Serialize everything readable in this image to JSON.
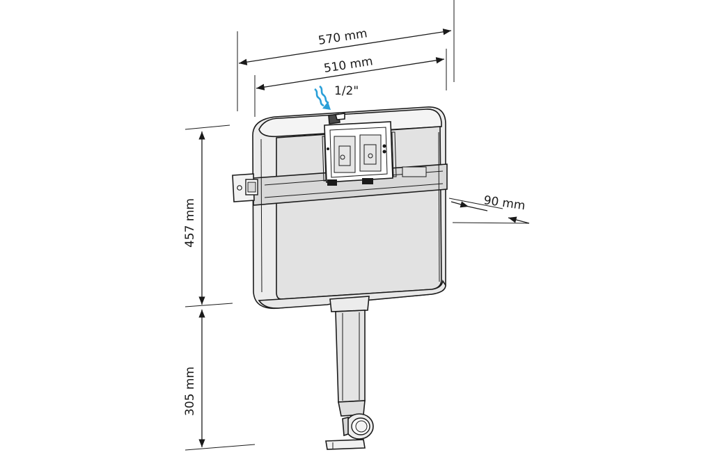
{
  "dimensions": {
    "width_outer": "570 mm",
    "width_inner": "510 mm",
    "inlet": "1/2\"",
    "depth": "90 mm",
    "cistern_height": "457 mm",
    "pipe_height": "305 mm"
  },
  "colors": {
    "line": "#1a1a1a",
    "tank_fill": "#e6e6e6",
    "tank_lid": "#f2f2f2",
    "inlet_arrow": "#2a9fd8"
  },
  "icons": {
    "inlet_arrow": "wavy-down-arrow"
  }
}
